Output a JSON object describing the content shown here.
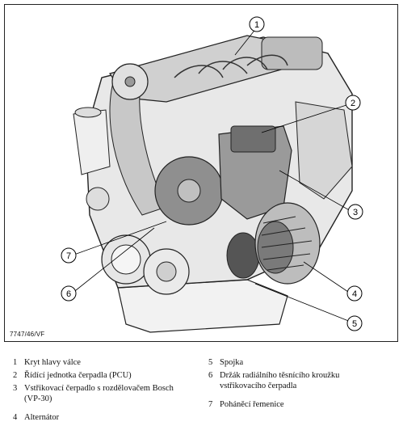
{
  "figure": {
    "code": "7747/46/VF",
    "callouts": [
      "1",
      "2",
      "3",
      "4",
      "5",
      "6",
      "7"
    ]
  },
  "legend": {
    "items": [
      {
        "num": "1",
        "text": "Kryt hlavy válce"
      },
      {
        "num": "2",
        "text": "Řídící jednotka čerpadla (PCU)"
      },
      {
        "num": "3",
        "text": "Vstřikovací čerpadlo s rozdělovačem Bosch",
        "text2": "(VP-30)"
      },
      {
        "num": "4",
        "text": "Alternátor"
      },
      {
        "num": "5",
        "text": "Spojka"
      },
      {
        "num": "6",
        "text": "Držák radiálního těsnícího kroužku",
        "text2": "vstřikovacího čerpadla"
      },
      {
        "num": "7",
        "text": "Poháněcí řemenice"
      }
    ]
  }
}
